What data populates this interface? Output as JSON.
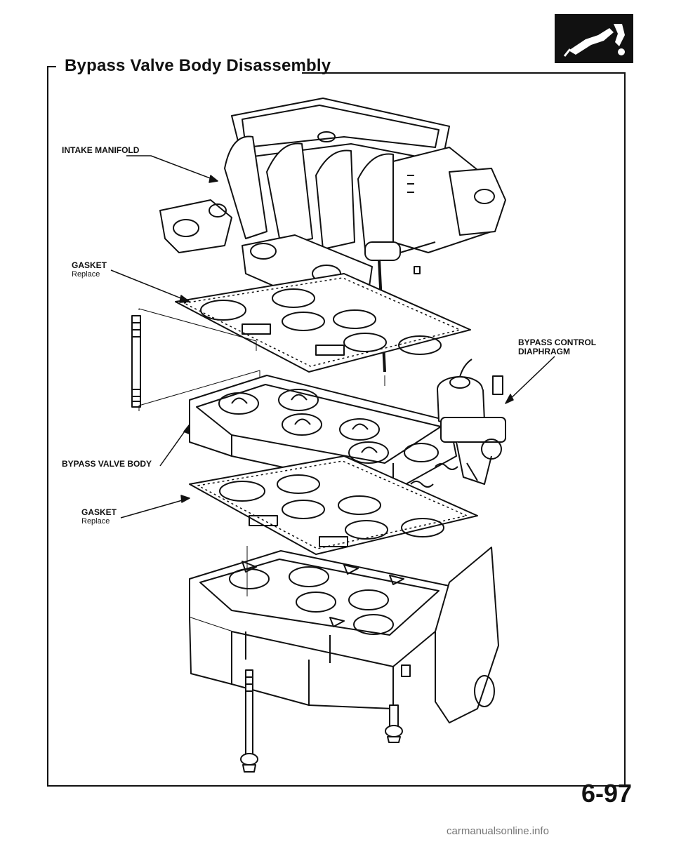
{
  "header": {
    "title": "Bypass Valve Body Disassembly",
    "icon": "fuel-nozzle-icon"
  },
  "callouts": {
    "intake_manifold": "INTAKE MANIFOLD",
    "gasket_top": {
      "label": "GASKET",
      "note": "Replace"
    },
    "bypass_control": {
      "line1": "BYPASS CONTROL",
      "line2": "DIAPHRAGM"
    },
    "bypass_valve_body": "BYPASS VALVE BODY",
    "gasket_bottom": {
      "label": "GASKET",
      "note": "Replace"
    }
  },
  "footer": {
    "page_number": "6-97",
    "watermark": "carmanualsonline.info"
  }
}
